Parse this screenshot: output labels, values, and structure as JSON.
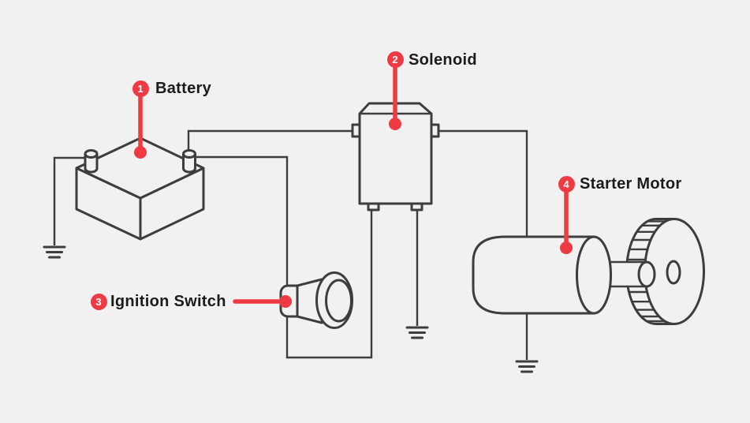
{
  "theme": {
    "background": "#f1f1f1",
    "stroke": "#3d3d3d",
    "accent": "#ee3b43",
    "text": "#1b1b1b"
  },
  "diagram": {
    "type": "starter-circuit-wiring-diagram",
    "callouts": [
      {
        "number": "1",
        "label": "Battery"
      },
      {
        "number": "2",
        "label": "Solenoid"
      },
      {
        "number": "3",
        "label": "Ignition Switch"
      },
      {
        "number": "4",
        "label": "Starter Motor"
      }
    ],
    "symbols": [
      "battery",
      "solenoid",
      "ignition-switch",
      "starter-motor",
      "ground",
      "ground",
      "ground"
    ]
  }
}
